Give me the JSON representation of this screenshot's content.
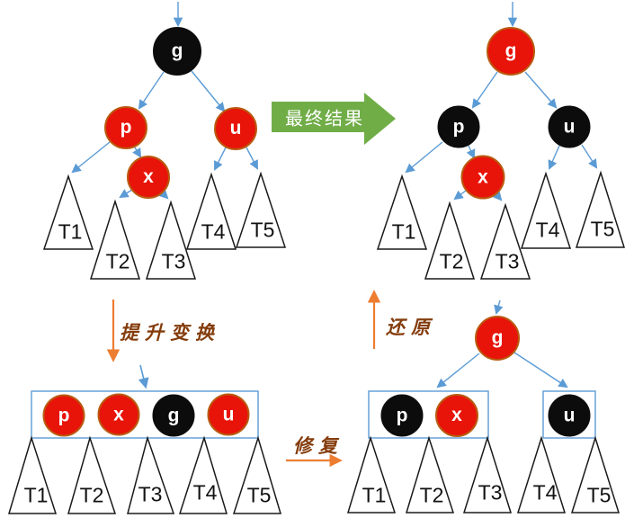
{
  "colors": {
    "node_red": "#e81309",
    "node_black": "#0c0c0c",
    "node_red_border": "#b95b10",
    "edge_blue": "#5b9bd5",
    "arrow_green": "#70ad47",
    "arrow_orange": "#ed7d31",
    "label_brown": "#843c0c",
    "triangle_stroke": "#1a1a1a"
  },
  "top_left_tree": {
    "nodes": [
      {
        "label": "g",
        "color": "black"
      },
      {
        "label": "p",
        "color": "red"
      },
      {
        "label": "u",
        "color": "red"
      },
      {
        "label": "x",
        "color": "red"
      }
    ],
    "subtrees": [
      "T1",
      "T2",
      "T3",
      "T4",
      "T5"
    ]
  },
  "top_right_tree": {
    "nodes": [
      {
        "label": "g",
        "color": "red"
      },
      {
        "label": "p",
        "color": "black"
      },
      {
        "label": "u",
        "color": "black"
      },
      {
        "label": "x",
        "color": "red"
      }
    ],
    "subtrees": [
      "T1",
      "T2",
      "T3",
      "T4",
      "T5"
    ]
  },
  "bottom_left_group": {
    "nodes": [
      {
        "label": "p",
        "color": "red"
      },
      {
        "label": "x",
        "color": "red"
      },
      {
        "label": "g",
        "color": "black"
      },
      {
        "label": "u",
        "color": "red"
      }
    ],
    "subtrees": [
      "T1",
      "T2",
      "T3",
      "T4",
      "T5"
    ]
  },
  "bottom_right_group": {
    "root": {
      "label": "g",
      "color": "red"
    },
    "left_box_nodes": [
      {
        "label": "p",
        "color": "black"
      },
      {
        "label": "x",
        "color": "red"
      }
    ],
    "right_box_nodes": [
      {
        "label": "u",
        "color": "black"
      }
    ],
    "subtrees": [
      "T1",
      "T2",
      "T3",
      "T4",
      "T5"
    ]
  },
  "arrows": {
    "final_result": "最终结果",
    "lift_transform": "提升变换",
    "repair": "修复",
    "restore": "还原"
  }
}
